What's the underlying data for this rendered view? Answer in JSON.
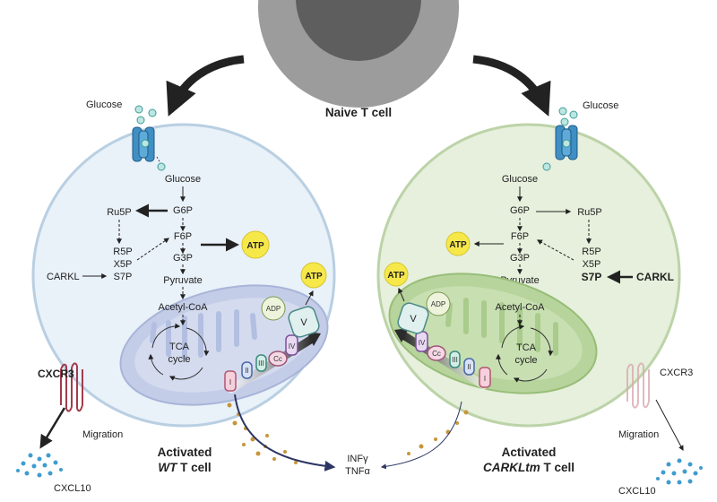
{
  "top": {
    "naive_label": "Naive T cell"
  },
  "left_cell": {
    "glucose_outside": "Glucose",
    "glucose_inside": "Glucose",
    "g6p": "G6P",
    "f6p": "F6P",
    "g3p": "G3P",
    "pyruvate": "Pyruvate",
    "acetyl_coa": "Acetyl-CoA",
    "tca_line1": "TCA",
    "tca_line2": "cycle",
    "ru5p": "Ru5P",
    "r5p": "R5P",
    "x5p": "X5P",
    "s7p": "S7P",
    "carkl": "CARKL",
    "atp_glycolysis": "ATP",
    "atp_mito": "ATP",
    "adp": "ADP",
    "complexes": [
      "I",
      "II",
      "III",
      "Cc",
      "IV",
      "V"
    ],
    "receptor": "CXCR3",
    "migration": "Migration",
    "chemokine": "CXCL10",
    "title_line1": "Activated",
    "title_italic": "WT",
    "title_rest": " T cell"
  },
  "right_cell": {
    "glucose_outside": "Glucose",
    "glucose_inside": "Glucose",
    "g6p": "G6P",
    "f6p": "F6P",
    "g3p": "G3P",
    "pyruvate": "Pyruvate",
    "acetyl_coa": "Acetyl-CoA",
    "tca_line1": "TCA",
    "tca_line2": "cycle",
    "ru5p": "Ru5P",
    "r5p": "R5P",
    "x5p": "X5P",
    "s7p": "S7P",
    "carkl": "CARKL",
    "atp_glycolysis": "ATP",
    "atp_mito": "ATP",
    "adp": "ADP",
    "complexes": [
      "I",
      "II",
      "III",
      "Cc",
      "IV",
      "V"
    ],
    "receptor": "CXCR3",
    "migration": "Migration",
    "chemokine": "CXCL10",
    "title_line1": "Activated",
    "title_italic": "CARKLtm",
    "title_rest": " T cell"
  },
  "center": {
    "cytokine1": "INFγ",
    "cytokine2": "TNFα"
  },
  "colors": {
    "wt_cell_fill": "#e9f1f9",
    "wt_cell_stroke": "#b9cfe2",
    "tm_cell_fill": "#e6f0dc",
    "tm_cell_stroke": "#bcd3a8",
    "mito_wt": "#c4cde8",
    "mito_tm": "#b7d49c",
    "atp_yellow": "#f7e84a",
    "naive_cell": "#9c9c9c",
    "cytokine_dots": "#c8953a",
    "arrow_navy": "#2c3563"
  }
}
